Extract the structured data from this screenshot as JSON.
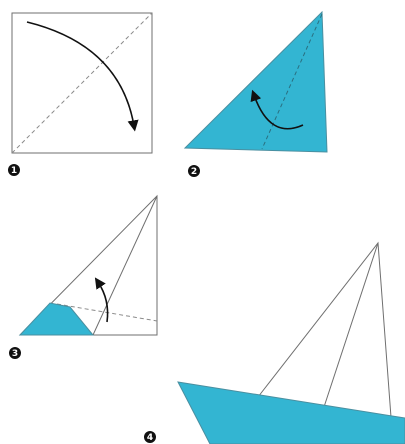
{
  "diagram": {
    "colors": {
      "paper_fill": "#33b5d2",
      "outline": "#6f6f6f",
      "fold_line": "#8a8a8a",
      "arrow": "#111111",
      "badge": "#111111",
      "badge_text": "#ffffff"
    },
    "steps": [
      {
        "number": "1",
        "action": "fold-diagonal-arrow"
      },
      {
        "number": "2",
        "action": "fold-corner-arrow"
      },
      {
        "number": "3",
        "action": "fold-up-arrow"
      },
      {
        "number": "4",
        "action": "completed-boat"
      }
    ]
  }
}
